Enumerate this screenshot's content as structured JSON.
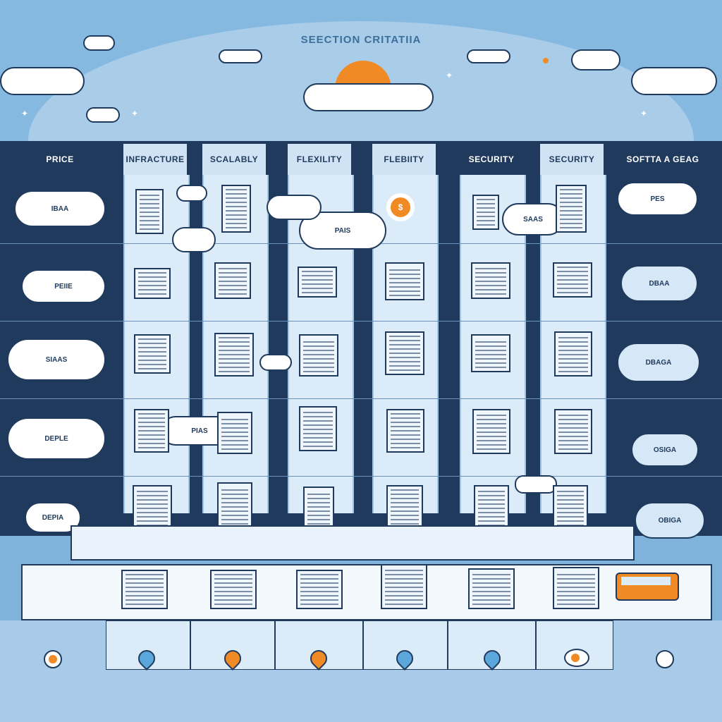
{
  "title": "SEECTION CRITATIIA",
  "columns": [
    {
      "label": "PRICE"
    },
    {
      "label": "INFRACTURE"
    },
    {
      "label": "SCALABLY"
    },
    {
      "label": "FLEXILITY"
    },
    {
      "label": "FLEBIITY"
    },
    {
      "label": "SECURITY"
    },
    {
      "label": "SECURITY"
    },
    {
      "label": "SOFTTA A GEAG"
    }
  ],
  "left_clouds": [
    {
      "title": "IBAA"
    },
    {
      "title": "PEIIE"
    },
    {
      "title": "SIAAS"
    },
    {
      "title": "DEPLE"
    },
    {
      "title": "DEPIA"
    }
  ],
  "right_clouds": [
    {
      "title": "PES"
    },
    {
      "title": "DBAA"
    },
    {
      "title": "DBAGA"
    },
    {
      "title": "OSIGA"
    },
    {
      "title": "OBIGA"
    }
  ],
  "floating_clouds": [
    {
      "title": "PAIS"
    },
    {
      "title": "PIAS"
    },
    {
      "title": "SAAS"
    }
  ],
  "sun_label": "$",
  "colors": {
    "accent": "#f08a24",
    "navy": "#1f3a5c",
    "sky": "#86b9e0",
    "panel": "#dcebf8"
  }
}
